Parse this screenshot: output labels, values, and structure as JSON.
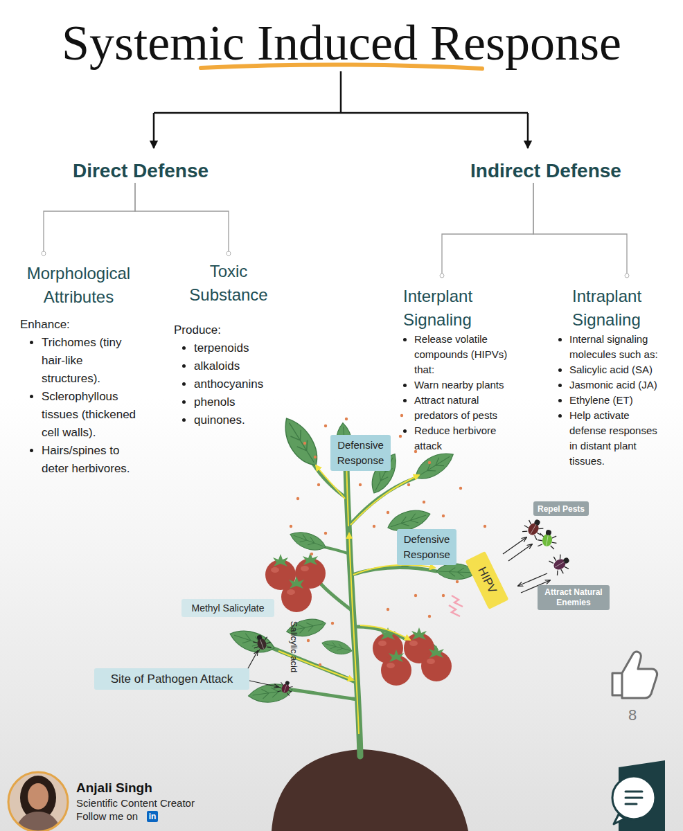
{
  "diagram": {
    "title": "Systemic Induced Response",
    "nodes": [
      {
        "text": [
          "Direct Defense"
        ]
      },
      {
        "text": [
          "Indirect Defense"
        ]
      },
      {
        "text": [
          "Morphological Attributes",
          "Enhance:",
          "Trichomes (tiny hair-like structures).",
          "Sclerophyllous tissues (thickened cell walls).",
          "Hairs/spines to deter herbivores."
        ]
      },
      {
        "text": [
          "Toxic Substance",
          "Produce:",
          "terpenoids",
          "alkaloids",
          "anthocyanins",
          "phenols",
          "quinones."
        ]
      },
      {
        "text": [
          "Interplant Signaling",
          "Release volatile compounds (HIPVs) that:",
          "Warn nearby plants",
          "Attract natural predators of pests",
          "Reduce herbivore attack"
        ]
      },
      {
        "text": [
          "Intraplant Signaling",
          "Internal signaling molecules such as:",
          "Salicylic acid (SA)",
          "Jasmonic acid (JA)",
          "Ethylene (ET)",
          "Help activate defense responses in distant plant tissues."
        ]
      },
      {
        "text": [
          "Defensive Response"
        ]
      },
      {
        "text": [
          "Repel Pests"
        ]
      },
      {
        "text": [
          "Defensive Response"
        ]
      },
      {
        "text": [
          "HIPV"
        ]
      },
      {
        "text": [
          "Attract Natural Enemies"
        ]
      },
      {
        "text": [
          "Methyl Salicylate"
        ]
      },
      {
        "text": [
          "Site of Pathogen Attack"
        ]
      }
    ],
    "edges": [
      {
        "from": 0,
        "to": 2,
        "arrow": "none"
      },
      {
        "from": 0,
        "to": 3,
        "arrow": "none"
      },
      {
        "from": 1,
        "to": 4,
        "arrow": "none"
      },
      {
        "from": 1,
        "to": 5,
        "arrow": "none"
      }
    ],
    "labels": [
      "Salicylic acid",
      "8",
      "Anjali Singh",
      "Scientific Content Creator",
      "Follow me on",
      "in"
    ]
  }
}
